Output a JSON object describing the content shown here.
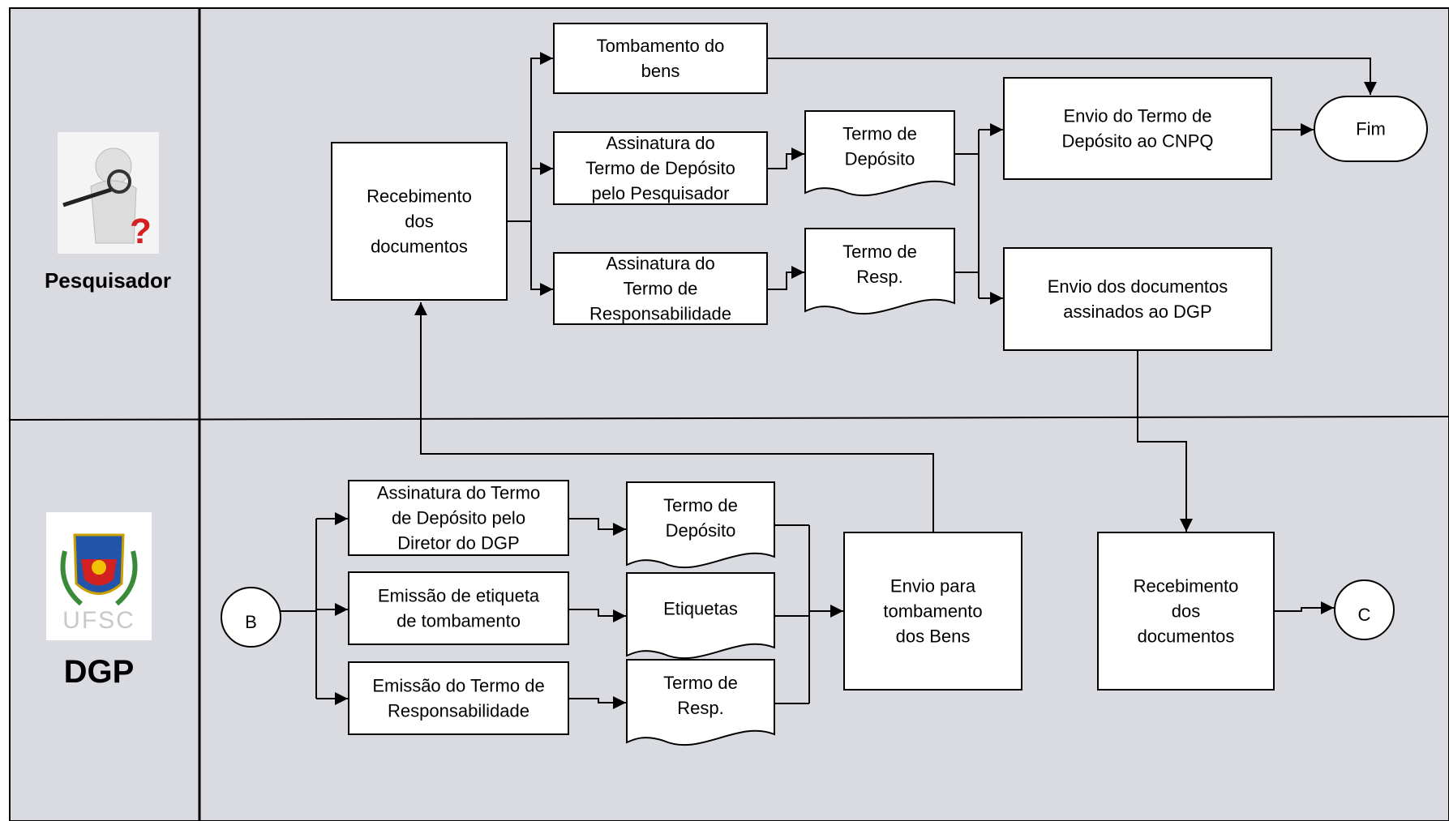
{
  "lanes": [
    {
      "label": "Pesquisador"
    },
    {
      "label": "DGP"
    }
  ],
  "logos": {
    "ufsc": "UFSC"
  },
  "nodes": {
    "tombamento": [
      "Tombamento do",
      "bens"
    ],
    "assinatura_pesq": [
      "Assinatura do",
      "Termo de Depósito",
      "pelo Pesquisador"
    ],
    "assinatura_resp": [
      "Assinatura do",
      "Termo de",
      "Responsabilidade"
    ],
    "recebimento_top": [
      "Recebimento",
      "dos",
      "documentos"
    ],
    "termo_deposito_top": [
      "Termo de",
      "Depósito"
    ],
    "termo_resp_top": [
      "Termo de",
      "Resp."
    ],
    "envio_cnpq": [
      "Envio do Termo de",
      "Depósito ao CNPQ"
    ],
    "fim": [
      "Fim"
    ],
    "envio_dgp": [
      "Envio dos documentos",
      "assinados ao DGP"
    ],
    "assinatura_diretor": [
      "Assinatura do Termo",
      "de Depósito pelo",
      "Diretor do DGP"
    ],
    "emissao_etiqueta": [
      "Emissão de etiqueta",
      "de tombamento"
    ],
    "emissao_termo": [
      "Emissão do Termo de",
      "Responsabilidade"
    ],
    "termo_deposito_bot": [
      "Termo de",
      "Depósito"
    ],
    "etiquetas": [
      "Etiquetas"
    ],
    "termo_resp_bot": [
      "Termo de",
      "Resp."
    ],
    "envio_tombamento": [
      "Envio para",
      "tombamento",
      "dos Bens"
    ],
    "recebimento_bot": [
      "Recebimento",
      "dos",
      "documentos"
    ],
    "connector_b": [
      "B"
    ],
    "connector_c": [
      "C"
    ]
  },
  "colors": {
    "background": "#d9dbe0",
    "box_fill": "#ffffff",
    "stroke": "#000000"
  }
}
